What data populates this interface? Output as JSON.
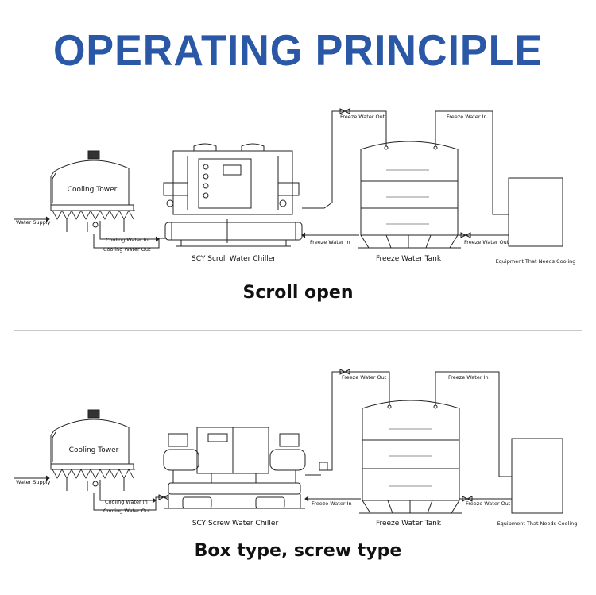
{
  "title": "OPERATING PRINCIPLE",
  "top": {
    "caption": "Scroll open",
    "tower": "Cooling Tower",
    "water_supply": "Water Supply",
    "cooling_in": "Cooling Water In",
    "cooling_out": "Cooling Water Out",
    "chiller": "SCY Scroll Water Chiller",
    "freeze_out_top": "Freeze Water Out",
    "freeze_in_top": "Freeze Water In",
    "freeze_in": "Freeze Water In",
    "freeze_out": "Freeze Water Out",
    "tank": "Freeze Water Tank",
    "equipment": "Equipment That Needs Cooling"
  },
  "bottom": {
    "caption": "Box type, screw type",
    "tower": "Cooling Tower",
    "water_supply": "Water Supply",
    "cooling_in": "Cooling Water In",
    "cooling_out": "Cooling Water Out",
    "chiller": "SCY Screw Water Chiller",
    "freeze_out_top": "Freeze Water Out",
    "freeze_in_top": "Freeze Water In",
    "freeze_in": "Freeze Water In",
    "freeze_out": "Freeze Water Out",
    "tank": "Freeze Water Tank",
    "equipment": "Equipment That Needs Cooling"
  }
}
